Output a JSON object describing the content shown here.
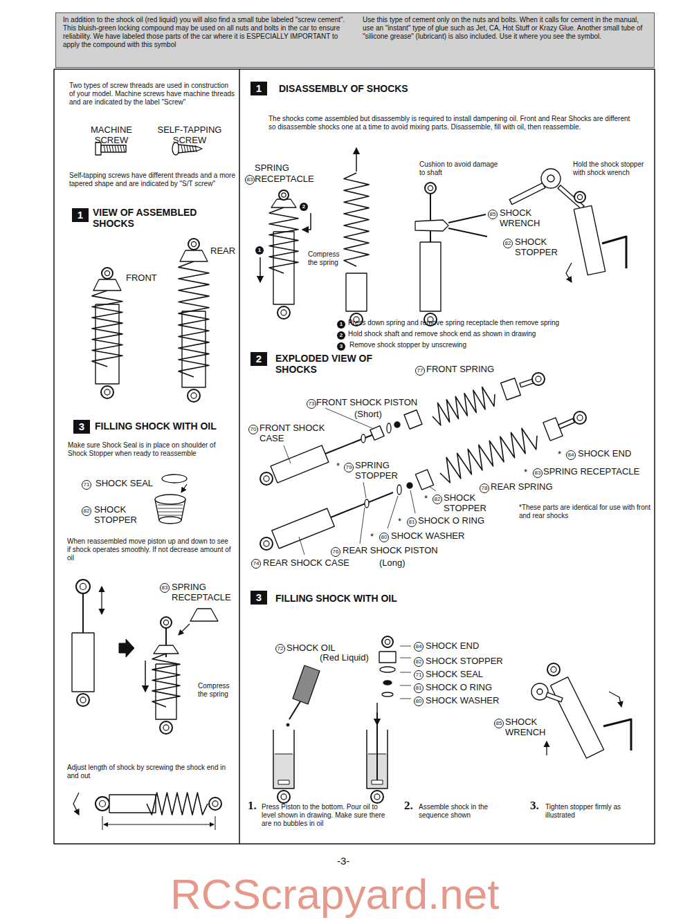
{
  "diagram": {
    "nodes": [
      {
        "text": [
          "In addition to the shock oil (red liquid) you will also find a small tube labeled \"screw cement\". This bluish-green locking compound may be used on all nuts and bolts in the car to ensure reliability. We have labeled those parts of the car where it is ESPECIALLY IMPORTANT to apply the compound with this symbol",
          "Use this type of cement only on the nuts and bolts. When it calls for cement in the manual, use an \"instant\" type of glue such as Jet, CA, Hot Stuff or Krazy Glue. Another small tube of \"silicone grease\" (lubricant) is also included. Use it where you see the symbol."
        ]
      }
    ],
    "labels": [
      "Two types of screw threads are used in construction of your model. Machine screws have machine threads and are indicated by the label \"Screw\"",
      "MACHINE SCREW",
      "SELF-TAPPING SCREW",
      "Self-tapping screws have different threads and a more tapered shape and are indicated by \"S/T screw\"",
      "1",
      "VIEW OF ASSEMBLED SHOCKS",
      "FRONT",
      "REAR",
      "3",
      "FILLING SHOCK WITH OIL",
      "Make sure Shock Seal is in place on shoulder of Shock Stopper when ready to reassemble",
      "71",
      "SHOCK SEAL",
      "82",
      "SHOCK STOPPER",
      "When reassembled move piston up and down to see if shock operates smoothly. If not decrease amount of oil",
      "83",
      "SPRING RECEPTACLE",
      "Compress the spring",
      "Adjust length of shock by screwing the shock end in and out",
      "1",
      "DISASSEMBLY OF SHOCKS",
      "The shocks come assembled but disassembly is required to install dampening oil. Front and Rear Shocks are different so disassemble shocks one at a time to avoid mixing parts. Disassemble, fill with oil, then reassemble.",
      "SPRING",
      "83",
      "RECEPTACLE",
      "1",
      "2",
      "Compress the spring",
      "Cushion to avoid damage to shaft",
      "Hold the shock stopper with shock wrench",
      "85",
      "SHOCK WRENCH",
      "82",
      "SHOCK STOPPER",
      "1",
      "Press down spring and remove spring receptacle then remove spring",
      "2",
      "Hold shock shaft and remove shock end as shown in drawing",
      "3",
      "Remove shock stopper by unscrewing",
      "2",
      "EXPLODED VIEW OF SHOCKS",
      "77",
      "FRONT SPRING",
      "73",
      "FRONT SHOCK PISTON",
      "(Short)",
      "70",
      "FRONT SHOCK CASE",
      "*",
      "79",
      "SPRING STOPPER",
      "*",
      "84",
      "SHOCK END",
      "*",
      "83",
      "SPRING RECEPTACLE",
      "78",
      "REAR SPRING",
      "*",
      "82",
      "SHOCK STOPPER",
      "*",
      "81",
      "SHOCK O RING",
      "*",
      "80",
      "SHOCK WASHER",
      "*These parts are identical for use with front and rear shocks",
      "76",
      "REAR SHOCK PISTON",
      "(Long)",
      "74",
      "REAR SHOCK CASE",
      "3",
      "FILLING SHOCK WITH OIL",
      "72",
      "SHOCK OIL",
      "(Red Liquid)",
      "84",
      "SHOCK END",
      "82",
      "SHOCK STOPPER",
      "71",
      "SHOCK SEAL",
      "81",
      "SHOCK O RING",
      "80",
      "SHOCK WASHER",
      "85",
      "SHOCK WRENCH",
      "1.",
      "Press Piston to the bottom. Pour oil to level shown in drawing. Make sure there are no bubbles in oil",
      "2.",
      "Assemble shock in the sequence shown",
      "3.",
      "Tighten stopper firmly as illustrated",
      "-3-",
      "RCScrapyard.net"
    ]
  }
}
